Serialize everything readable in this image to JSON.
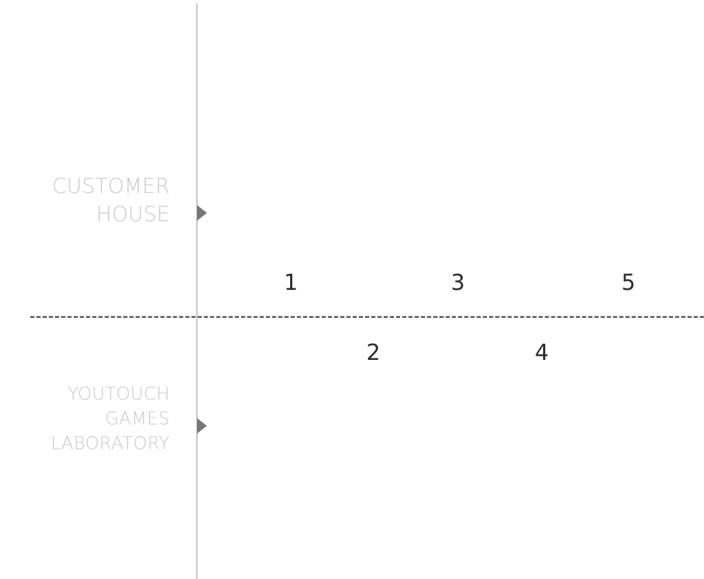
{
  "lanes": {
    "customer": {
      "line1": "CUSTOMER",
      "line2": "HOUSE"
    },
    "youtouch": {
      "line1": "YOUTOUCH",
      "line2": "GAMES",
      "line3": "LABORATORY"
    }
  },
  "steps": {
    "s1": "1",
    "s2": "2",
    "s3": "3",
    "s4": "4",
    "s5": "5"
  },
  "colors": {
    "axis": "#8a8a8a",
    "divider": "#6b6b6b",
    "lane_label": "#c9c9c9",
    "marker": "#777777",
    "step_text": "#2b2b2b"
  }
}
